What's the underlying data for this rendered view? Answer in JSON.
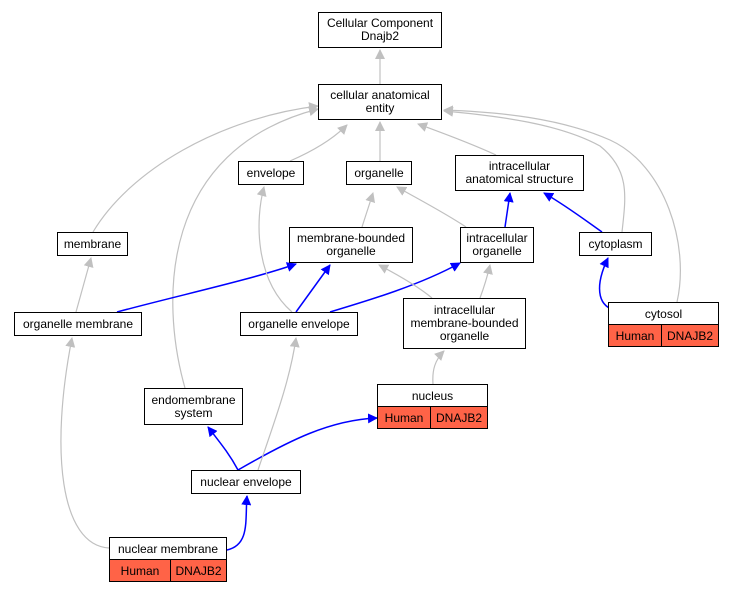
{
  "colors": {
    "grey_edge": "#c0c0c0",
    "blue_edge": "#0000ff",
    "tag_fill": "#ff6347"
  },
  "nodes": {
    "root": {
      "lines": [
        "Cellular Component",
        "Dnajb2"
      ]
    },
    "cae": {
      "lines": [
        "cellular anatomical",
        "entity"
      ]
    },
    "envelope": {
      "lines": [
        "envelope"
      ]
    },
    "organelle": {
      "lines": [
        "organelle"
      ]
    },
    "ias": {
      "lines": [
        "intracellular",
        "anatomical structure"
      ]
    },
    "membrane": {
      "lines": [
        "membrane"
      ]
    },
    "mbo": {
      "lines": [
        "membrane-bounded",
        "organelle"
      ]
    },
    "io": {
      "lines": [
        "intracellular",
        "organelle"
      ]
    },
    "cytoplasm": {
      "lines": [
        "cytoplasm"
      ]
    },
    "om": {
      "lines": [
        "organelle membrane"
      ]
    },
    "oe": {
      "lines": [
        "organelle envelope"
      ]
    },
    "imbo": {
      "lines": [
        "intracellular",
        "membrane-bounded",
        "organelle"
      ]
    },
    "es": {
      "lines": [
        "endomembrane",
        "system"
      ]
    },
    "ne": {
      "lines": [
        "nuclear envelope"
      ]
    }
  },
  "tagged_nodes": {
    "cytosol": {
      "label": "cytosol",
      "species": "Human",
      "gene": "DNAJB2"
    },
    "nucleus": {
      "label": "nucleus",
      "species": "Human",
      "gene": "DNAJB2"
    },
    "nm": {
      "label": "nuclear membrane",
      "species": "Human",
      "gene": "DNAJB2"
    }
  },
  "edges": [
    {
      "from": "cae",
      "to": "root",
      "type": "is_a"
    },
    {
      "from": "envelope",
      "to": "cae",
      "type": "is_a"
    },
    {
      "from": "organelle",
      "to": "cae",
      "type": "is_a"
    },
    {
      "from": "ias",
      "to": "cae",
      "type": "is_a"
    },
    {
      "from": "membrane",
      "to": "cae",
      "type": "is_a"
    },
    {
      "from": "cytoplasm",
      "to": "cae",
      "type": "is_a"
    },
    {
      "from": "cytosol",
      "to": "cae",
      "type": "is_a"
    },
    {
      "from": "es",
      "to": "cae",
      "type": "is_a"
    },
    {
      "from": "mbo",
      "to": "organelle",
      "type": "is_a"
    },
    {
      "from": "io",
      "to": "organelle",
      "type": "is_a"
    },
    {
      "from": "io",
      "to": "ias",
      "type": "part_of"
    },
    {
      "from": "cytoplasm",
      "to": "ias",
      "type": "part_of"
    },
    {
      "from": "om",
      "to": "membrane",
      "type": "is_a"
    },
    {
      "from": "om",
      "to": "mbo",
      "type": "part_of"
    },
    {
      "from": "oe",
      "to": "mbo",
      "type": "part_of"
    },
    {
      "from": "oe",
      "to": "io",
      "type": "part_of"
    },
    {
      "from": "oe",
      "to": "envelope",
      "type": "is_a"
    },
    {
      "from": "imbo",
      "to": "mbo",
      "type": "is_a"
    },
    {
      "from": "imbo",
      "to": "io",
      "type": "is_a"
    },
    {
      "from": "cytosol",
      "to": "cytoplasm",
      "type": "part_of"
    },
    {
      "from": "nucleus",
      "to": "imbo",
      "type": "is_a"
    },
    {
      "from": "ne",
      "to": "es",
      "type": "part_of"
    },
    {
      "from": "ne",
      "to": "nucleus",
      "type": "part_of"
    },
    {
      "from": "ne",
      "to": "oe",
      "type": "is_a"
    },
    {
      "from": "nm",
      "to": "ne",
      "type": "part_of"
    },
    {
      "from": "nm",
      "to": "om",
      "type": "is_a"
    }
  ]
}
